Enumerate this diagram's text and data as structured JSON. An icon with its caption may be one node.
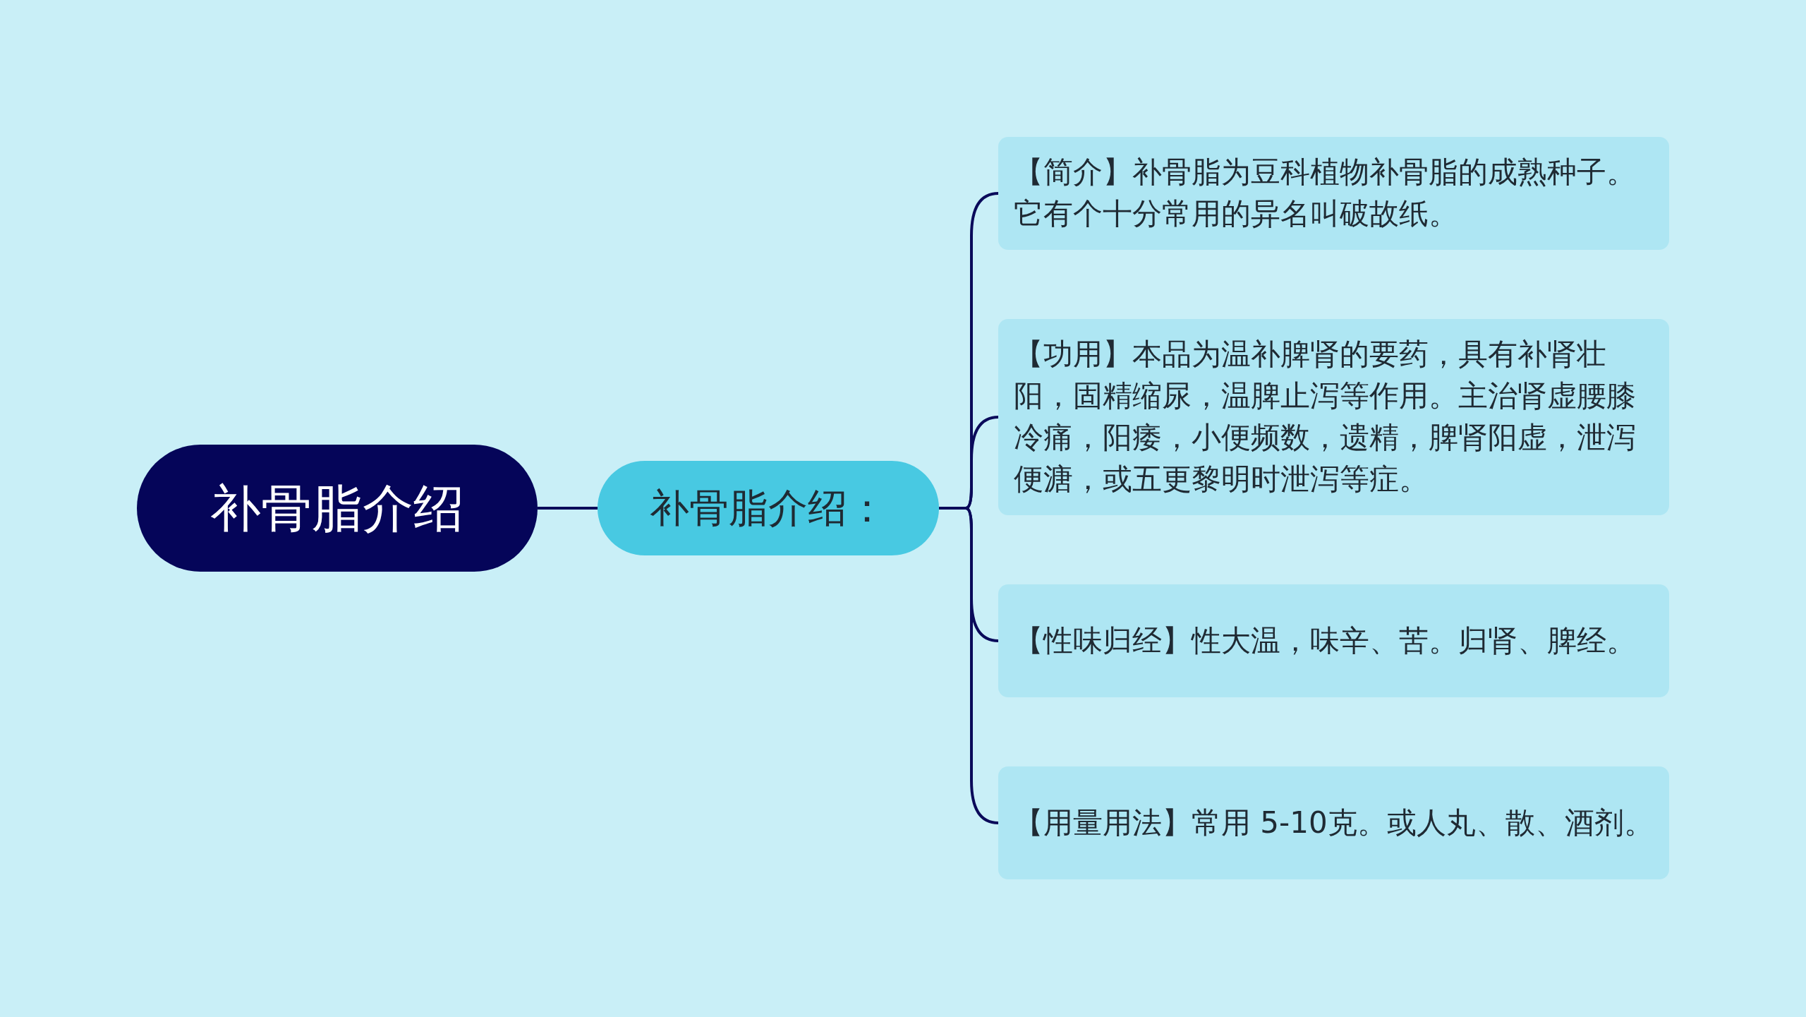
{
  "diagram": {
    "nodes": [
      {
        "text": [
          "补骨脂介绍"
        ]
      },
      {
        "text": [
          "补骨脂介绍："
        ]
      },
      {
        "text": [
          "【简介】补骨脂为豆科植物补骨脂的成熟种子。它有个十分常用的异名叫破故纸。"
        ]
      },
      {
        "text": [
          "【功用】本品为温补脾肾的要药，具有补肾壮阳，固精缩尿，温脾止泻等作用。主治肾虚腰膝冷痛，阳痿，小便频数，遗精，脾肾阳虚，泄泻便溏，或五更黎明时泄泻等症。"
        ]
      },
      {
        "text": [
          "【性味归经】性大温，味辛、苦。归肾、脾经。"
        ]
      },
      {
        "text": [
          "【用量用法】常用 5-10克。或人丸、散、酒剂。"
        ]
      }
    ],
    "edges": [
      {
        "from": 0,
        "to": 1,
        "arrow": "none"
      },
      {
        "from": 1,
        "to": 2,
        "arrow": "none"
      },
      {
        "from": 1,
        "to": 3,
        "arrow": "none"
      },
      {
        "from": 1,
        "to": 4,
        "arrow": "none"
      },
      {
        "from": 1,
        "to": 5,
        "arrow": "none"
      }
    ]
  }
}
